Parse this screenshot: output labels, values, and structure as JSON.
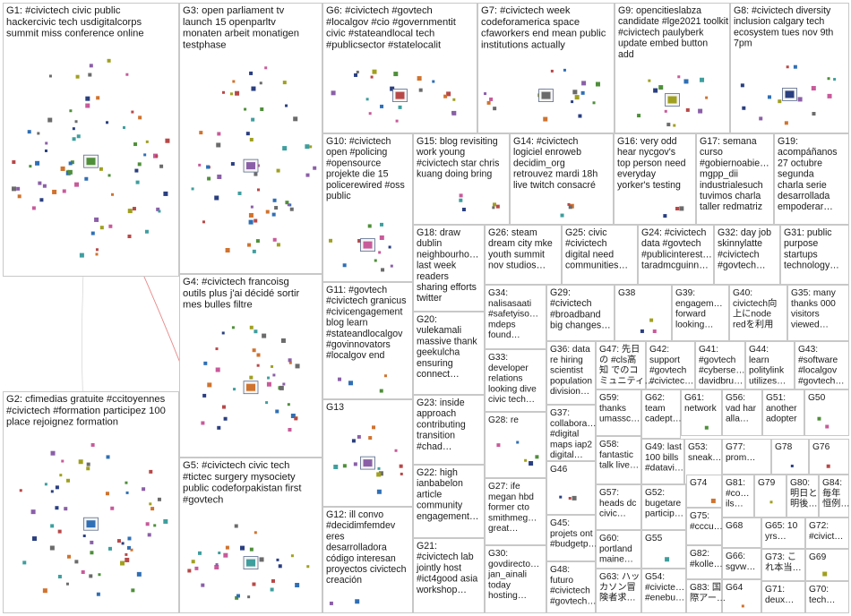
{
  "groups": [
    {
      "id": "G1",
      "lines": [
        "G1: #civictech civic public",
        "hackercivic tech usdigitalcorps",
        "summit miss conference online"
      ]
    },
    {
      "id": "G2",
      "lines": [
        "G2: cfimedias gratuite #ccitoyennes",
        "#civictech #formation participez 100",
        "place rejoignez formation"
      ]
    },
    {
      "id": "G3",
      "lines": [
        "G3: open parliament tv",
        "launch 15 openparltv",
        "monaten arbeit monatigen",
        "testphase"
      ]
    },
    {
      "id": "G4",
      "lines": [
        "G4: #civictech francoisg",
        "outils plus j'ai décidé sortir",
        "mes bulles filtre"
      ]
    },
    {
      "id": "G5",
      "lines": [
        "G5: #civictech civic tech",
        "#tictec surgery mysociety",
        "public codeforpakistan first",
        "#govtech"
      ]
    },
    {
      "id": "G6",
      "lines": [
        "G6: #civictech #govtech",
        "#localgov #cio #governmentit",
        "civic #stateandlocal tech",
        "#publicsector #statelocalit"
      ]
    },
    {
      "id": "G7",
      "lines": [
        "G7: #civictech week",
        "codeforamerica space",
        "cfaworkers end mean public",
        "institutions actually"
      ]
    },
    {
      "id": "G8",
      "lines": [
        "G8: #civictech diversity",
        "inclusion calgary tech",
        "ecosystem tues nov 9th",
        "7pm"
      ]
    },
    {
      "id": "G9",
      "lines": [
        "G9: opencitieslabza",
        "candidate #lge2021 toolkit",
        "#civictech paulyberk",
        "update embed button",
        "add"
      ]
    },
    {
      "id": "G10",
      "lines": [
        "G10: #civictech",
        "open #policing",
        "#opensource",
        "projekte die 15",
        "policerewired #oss",
        "public"
      ]
    },
    {
      "id": "G11",
      "lines": [
        "G11: #govtech",
        "#civictech granicus",
        "#civicengagement",
        "blog learn",
        "#stateandlocalgov",
        "#govinnovators",
        "#localgov end"
      ]
    },
    {
      "id": "G12",
      "lines": [
        "G12: ill convo",
        "#decidimfemdev",
        "eres",
        "desarrolladora",
        "código interesan",
        "proyectos civictech",
        "creación"
      ]
    },
    {
      "id": "G13",
      "lines": [
        "G13"
      ]
    },
    {
      "id": "G14",
      "lines": [
        "G14: #civictech",
        "logiciel enroweb",
        "decidim_org",
        "retrouvez mardi 18h",
        "live twitch consacré"
      ]
    },
    {
      "id": "G15",
      "lines": [
        "G15: blog revisiting",
        "work young",
        "#civictech star chris",
        "kuang doing bring"
      ]
    },
    {
      "id": "G16",
      "lines": [
        "G16: very odd",
        "hear nycgov's",
        "top person need",
        "everyday",
        "yorker's testing"
      ]
    },
    {
      "id": "G17",
      "lines": [
        "G17: semana",
        "curso",
        "#gobiernoabie…",
        "mgpp_dii",
        "industrialesuch",
        "tuvimos charla",
        "taller redmatriz"
      ]
    },
    {
      "id": "G18",
      "lines": [
        "G18: draw",
        "dublin",
        "neighbourho…",
        "last week",
        "readers",
        "sharing efforts",
        "twitter"
      ]
    },
    {
      "id": "G19",
      "lines": [
        "G19:",
        "acompáñanos",
        "27 octubre",
        "segunda",
        "charla serie",
        "desarrollada",
        "empoderar…"
      ]
    },
    {
      "id": "G20",
      "lines": [
        "G20:",
        "vulekamali",
        "massive thank",
        "geekulcha",
        "ensuring",
        "connect…"
      ]
    },
    {
      "id": "G21",
      "lines": [
        "G21:",
        "#civictech lab",
        "jointly host",
        "#ict4good asia",
        "workshop…"
      ]
    },
    {
      "id": "G22",
      "lines": [
        "G22: high",
        "ianbabelon",
        "article",
        "community",
        "engagement…"
      ]
    },
    {
      "id": "G23",
      "lines": [
        "G23: inside",
        "approach",
        "contributing",
        "transition",
        "#chad…"
      ]
    },
    {
      "id": "G24",
      "lines": [
        "G24: #civictech",
        "data #govtech",
        "#publicinterest…",
        "taradmcguinn…"
      ]
    },
    {
      "id": "G25",
      "lines": [
        "G25: civic",
        "#civictech",
        "digital need",
        "communities…"
      ]
    },
    {
      "id": "G26",
      "lines": [
        "G26: steam",
        "dream city mke",
        "youth summit",
        "nov studios…"
      ]
    },
    {
      "id": "G27",
      "lines": [
        "G27: ife",
        "megan hbd",
        "former cto",
        "smithmeg…",
        "great…"
      ]
    },
    {
      "id": "G28",
      "lines": [
        "G28: re"
      ]
    },
    {
      "id": "G29",
      "lines": [
        "G29:",
        "#civictech",
        "#broadband",
        "big changes…"
      ]
    },
    {
      "id": "G30",
      "lines": [
        "G30:",
        "govdirecto…",
        "jan_ainali",
        "today",
        "hosting…"
      ]
    },
    {
      "id": "G31",
      "lines": [
        "G31: public",
        "purpose",
        "startups",
        "technology…"
      ]
    },
    {
      "id": "G32",
      "lines": [
        "G32: day job",
        "skinnylatte",
        "#civictech",
        "#govtech…"
      ]
    },
    {
      "id": "G33",
      "lines": [
        "G33:",
        "developer",
        "relations",
        "looking dive",
        "civic tech…"
      ]
    },
    {
      "id": "G34",
      "lines": [
        "G34:",
        "nalisasaati",
        "#safetyiso…",
        "mdeps",
        "found…"
      ]
    },
    {
      "id": "G35",
      "lines": [
        "G35: many",
        "thanks 000",
        "visitors",
        "viewed…"
      ]
    },
    {
      "id": "G36",
      "lines": [
        "G36: data",
        "re hiring",
        "scientist",
        "population",
        "division…"
      ]
    },
    {
      "id": "G37",
      "lines": [
        "G37:",
        "collabora…",
        "#digital",
        "maps iap2",
        "digital…"
      ]
    },
    {
      "id": "G38",
      "lines": [
        "G38"
      ]
    },
    {
      "id": "G39",
      "lines": [
        "G39:",
        "engagem…",
        "forward",
        "looking…"
      ]
    },
    {
      "id": "G40",
      "lines": [
        "G40:",
        "civictech向",
        "上にnode",
        "redを利用"
      ]
    },
    {
      "id": "G41",
      "lines": [
        "G41:",
        "#govtech",
        "#cyberse…",
        "davidbru…"
      ]
    },
    {
      "id": "G42",
      "lines": [
        "G42:",
        "support",
        "#govtech",
        "#civictec…"
      ]
    },
    {
      "id": "G43",
      "lines": [
        "G43:",
        "#software",
        "#localgov",
        "#govtech…"
      ]
    },
    {
      "id": "G44",
      "lines": [
        "G44:",
        "learn",
        "politylink",
        "utilizes…"
      ]
    },
    {
      "id": "G45",
      "lines": [
        "G45:",
        "projets ont",
        "#budgetp…"
      ]
    },
    {
      "id": "G46",
      "lines": [
        "G46"
      ]
    },
    {
      "id": "G47",
      "lines": [
        "G47: 先日",
        "の #cls高",
        "知 でのコ",
        "ミュニティ…"
      ]
    },
    {
      "id": "G48",
      "lines": [
        "G48:",
        "futuro",
        "#civictech",
        "#govtech…"
      ]
    },
    {
      "id": "G49",
      "lines": [
        "G49: last",
        "100 bills",
        "#datavi…"
      ]
    },
    {
      "id": "G50",
      "lines": [
        "G50"
      ]
    },
    {
      "id": "G51",
      "lines": [
        "G51:",
        "another",
        "adopter"
      ]
    },
    {
      "id": "G52",
      "lines": [
        "G52:",
        "bugetare",
        "particip…"
      ]
    },
    {
      "id": "G53",
      "lines": [
        "G53:",
        "sneak…"
      ]
    },
    {
      "id": "G54",
      "lines": [
        "G54:",
        "#civicte…",
        "#enebu…"
      ]
    },
    {
      "id": "G55",
      "lines": [
        "G55"
      ]
    },
    {
      "id": "G56",
      "lines": [
        "G56:",
        "vad har",
        "alla…"
      ]
    },
    {
      "id": "G57",
      "lines": [
        "G57:",
        "heads dc",
        "civic…"
      ]
    },
    {
      "id": "G58",
      "lines": [
        "G58:",
        "fantastic",
        "talk live…"
      ]
    },
    {
      "id": "G59",
      "lines": [
        "G59:",
        "thanks",
        "umassc…"
      ]
    },
    {
      "id": "G60",
      "lines": [
        "G60:",
        "portland",
        "maine…"
      ]
    },
    {
      "id": "G61",
      "lines": [
        "G61:",
        "network"
      ]
    },
    {
      "id": "G62",
      "lines": [
        "G62:",
        "team",
        "cadept…"
      ]
    },
    {
      "id": "G63",
      "lines": [
        "G63: ハッ",
        "カソン冒",
        "険者求…"
      ]
    },
    {
      "id": "G64",
      "lines": [
        "G64"
      ]
    },
    {
      "id": "G65",
      "lines": [
        "G65: 10",
        "yrs…"
      ]
    },
    {
      "id": "G66",
      "lines": [
        "G66:",
        "sgvw…"
      ]
    },
    {
      "id": "G67",
      "lines": [
        "G67"
      ]
    },
    {
      "id": "G68",
      "lines": [
        "G68"
      ]
    },
    {
      "id": "G69",
      "lines": [
        "G69"
      ]
    },
    {
      "id": "G70",
      "lines": [
        "G70:",
        "tech…"
      ]
    },
    {
      "id": "G71",
      "lines": [
        "G71:",
        "deux…"
      ]
    },
    {
      "id": "G72",
      "lines": [
        "G72:",
        "#civict…"
      ]
    },
    {
      "id": "G73",
      "lines": [
        "G73: こ",
        "れ本当…"
      ]
    },
    {
      "id": "G74",
      "lines": [
        "G74"
      ]
    },
    {
      "id": "G75",
      "lines": [
        "G75:",
        "#cccu…"
      ]
    },
    {
      "id": "G76",
      "lines": [
        "G76"
      ]
    },
    {
      "id": "G77",
      "lines": [
        "G77:",
        "prom…"
      ]
    },
    {
      "id": "G78",
      "lines": [
        "G78"
      ]
    },
    {
      "id": "G79",
      "lines": [
        "G79"
      ]
    },
    {
      "id": "G80",
      "lines": [
        "G80:",
        "明日と",
        "明後…"
      ]
    },
    {
      "id": "G81",
      "lines": [
        "G81:",
        "#co…",
        "ils…"
      ]
    },
    {
      "id": "G82",
      "lines": [
        "G82:",
        "#kolle…"
      ]
    },
    {
      "id": "G83",
      "lines": [
        "G83: 国",
        "際アー…"
      ]
    },
    {
      "id": "G84",
      "lines": [
        "G84:",
        "毎年",
        "恒例…"
      ]
    }
  ],
  "colors": {
    "node_palette": [
      "#4f8f3a",
      "#2f6fb5",
      "#8b5fa8",
      "#d0732e",
      "#3f9e9e",
      "#b84848",
      "#6b6b6b",
      "#2a3f80",
      "#a0a020",
      "#c85a9a"
    ],
    "edge": "#b9b9b9",
    "edge_highlight": "#e06a6a",
    "panel_border": "#c8c8c8",
    "background": "#ffffff"
  }
}
